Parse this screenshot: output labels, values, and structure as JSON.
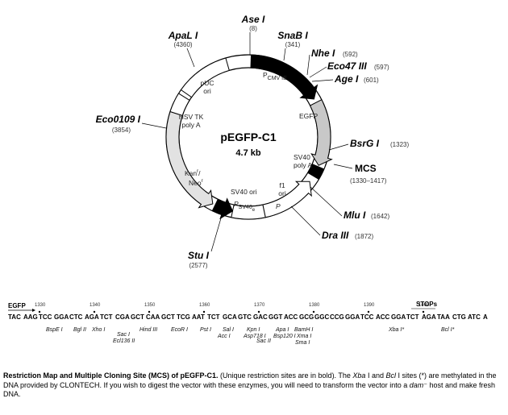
{
  "plasmid": {
    "name": "pEGFP-C1",
    "size": "4.7 kb"
  },
  "sites": [
    {
      "key": "ase",
      "name": "Ase I",
      "coord": "(8)"
    },
    {
      "key": "snab",
      "name": "SnaB I",
      "coord": "(341)"
    },
    {
      "key": "nhe",
      "name": "Nhe I",
      "coord": "(592)"
    },
    {
      "key": "eco47",
      "name": "Eco47 III",
      "coord": "(597)"
    },
    {
      "key": "age",
      "name": "Age I",
      "coord": "(601)"
    },
    {
      "key": "bsrg",
      "name": "BsrG I",
      "coord": "(1323)"
    },
    {
      "key": "mlu",
      "name": "Mlu I",
      "coord": "(1642)"
    },
    {
      "key": "dra",
      "name": "Dra III",
      "coord": "(1872)"
    },
    {
      "key": "stu",
      "name": "Stu I",
      "coord": "(2577)"
    },
    {
      "key": "eco0109",
      "name": "Eco0109 I",
      "coord": "(3854)"
    },
    {
      "key": "apal",
      "name": "ApaL I",
      "coord": "(4360)"
    }
  ],
  "mcs": {
    "label": "MCS",
    "range": "(1330–1417)"
  },
  "features": {
    "pcmv": "P",
    "pcmv_sub": "CMV IE",
    "egfp": "EGFP",
    "sv40_polya_1": "SV40",
    "sv40_polya_2": "poly A",
    "f1_1": "f1",
    "f1_2": "ori",
    "p_f1": "P",
    "sv40ori": "SV40 ori",
    "psv40": "P",
    "psv40_sub": "SV40",
    "psv40_e": "e",
    "kan": "Kan",
    "kan_sup": "r",
    "neo": "Neo",
    "neo_sup": "r",
    "hsvtk_1": "HSV TK",
    "hsvtk_2": "poly A",
    "puc_1": "pUC",
    "puc_2": "ori"
  },
  "sequence": {
    "egfp_tag": "EGFP",
    "stop_tag": "STOPs",
    "codons": [
      "TAC",
      "AAG",
      "TCC",
      "GGA",
      "CTC",
      "AGA",
      "TCT",
      "CGA",
      "GCT",
      "CAA",
      "GCT",
      "TCG",
      "AAT",
      "TCT",
      "GCA",
      "GTC",
      "GAC",
      "GGT",
      "ACC",
      "GCG",
      "GGC",
      "CCG",
      "GGA",
      "TCC",
      "ACC",
      "GGA",
      "TCT",
      "AGA",
      "TAA",
      "CTG",
      "ATC",
      "A"
    ],
    "positions": [
      "1330",
      "1340",
      "1350",
      "1360",
      "1370",
      "1380",
      "1390",
      "1400"
    ],
    "enzymes": [
      "BspE I",
      "Bgl II",
      "Xho I",
      "Sac I",
      "Ecl136 II",
      "Hind III",
      "EcoR I",
      "Pst I",
      "Sal I",
      "Acc I",
      "Kpn I",
      "Asp718 I",
      "Sac II",
      "Apa I",
      "Bsp120 I",
      "BamH I",
      "Xma I",
      "Sma I",
      "Xba I*",
      "Bcl I*"
    ]
  },
  "caption": {
    "bold": "Restriction Map and Multiple Cloning Site (MCS) of pEGFP-C1.",
    "p1": " (Unique restriction sites are in bold). The ",
    "i1": "Xba",
    "p2": " I and ",
    "i2": "Bcl",
    "p3": " I sites (*) are methylated in the DNA provided by CLONTECH. If you wish to digest the vector with these enzymes, you will need to transform the vector into a ",
    "i3": "dam",
    "p4": "⁻ host and make fresh DNA."
  }
}
